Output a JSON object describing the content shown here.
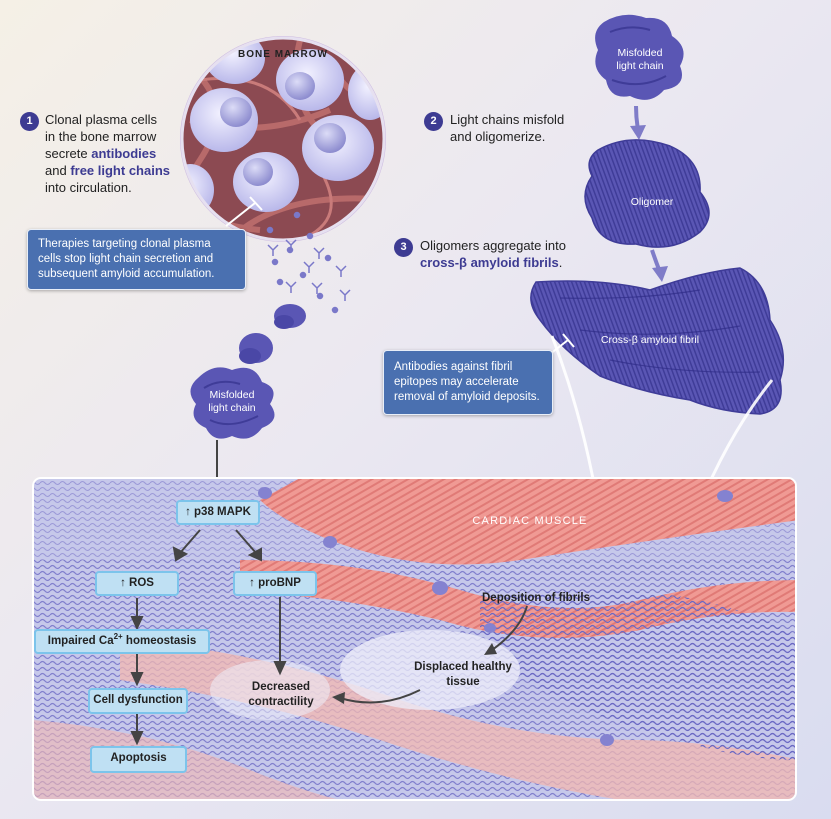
{
  "marrow_label": "BONE MARROW",
  "steps": [
    {
      "number": "1",
      "line1": "Clonal plasma cells",
      "line2": "in the bone marrow",
      "line3_pre": "secrete ",
      "line3_hl": "antibodies",
      "line4_pre": "and ",
      "line4_hl": "free light chains",
      "line5": "into circulation."
    },
    {
      "number": "2",
      "line1": "Light chains misfold",
      "line2": "and oligomerize."
    },
    {
      "number": "3",
      "line1": "Oligomers aggregate into",
      "line2_hl": "cross-β amyloid fibrils",
      "line2_post": "."
    }
  ],
  "callouts": {
    "therapy": [
      "Therapies targeting clonal plasma",
      "cells stop light chain secretion and",
      "subsequent amyloid accumulation."
    ],
    "antibody": [
      "Antibodies against fibril",
      "epitopes may accelerate",
      "removal of amyloid deposits."
    ]
  },
  "structure_labels": {
    "misfolded_top": [
      "Misfolded",
      "light chain"
    ],
    "oligomer": "Oligomer",
    "fibril": "Cross-β amyloid fibril",
    "misfolded_left": [
      "Misfolded",
      "light chain"
    ]
  },
  "tissue": {
    "cardiac_muscle": "CARDIAC MUSCLE",
    "deposition": "Deposition of fibrils",
    "displaced": [
      "Displaced healthy",
      "tissue"
    ],
    "decreased": [
      "Decreased",
      "contractility"
    ]
  },
  "pathway": {
    "p38": "↑ p38 MAPK",
    "ros": "↑ ROS",
    "probnp": "↑ proBNP",
    "calcium_pre": "Impaired Ca",
    "calcium_sup": "2+",
    "calcium_post": " homeostasis",
    "dysfunction": "Cell dysfunction",
    "apoptosis": "Apoptosis"
  },
  "colors": {
    "accent_purple": "#3d3b92",
    "protein_purple": "#5a56b4",
    "callout_blue": "#4a70b0",
    "box_fill": "#bfe0f3",
    "box_border": "#7cc4eb",
    "muscle_red": "#e87a78"
  }
}
